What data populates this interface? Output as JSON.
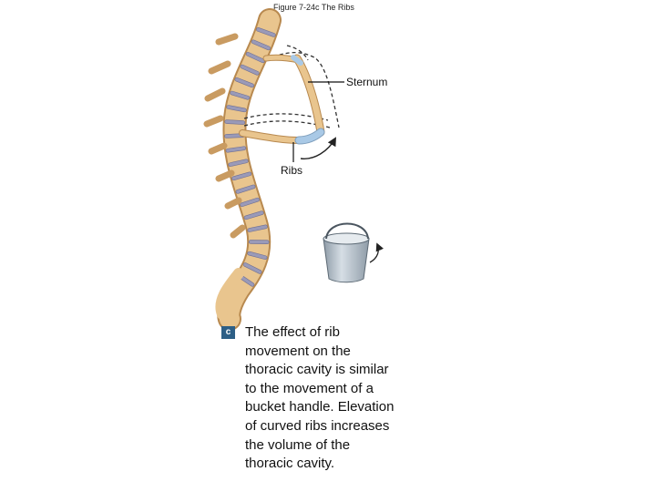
{
  "figure": {
    "title": "Figure 7-24c  The Ribs",
    "labels": {
      "sternum": "Sternum",
      "ribs": "Ribs"
    },
    "caption_badge": "c",
    "caption_lines": [
      "The effect of rib",
      "movement on the",
      "thoracic cavity is similar",
      "to the movement of a",
      "bucket handle. Elevation",
      "of curved ribs increases",
      "the volume of the",
      "thoracic cavity."
    ]
  },
  "colors": {
    "bone": "#e9c58e",
    "bone_outline": "#b8894f",
    "disc": "#9a9ab8",
    "cartilage": "#a9c9e6",
    "bucket": "#b8c3cc",
    "badge": "#2d5f86"
  }
}
